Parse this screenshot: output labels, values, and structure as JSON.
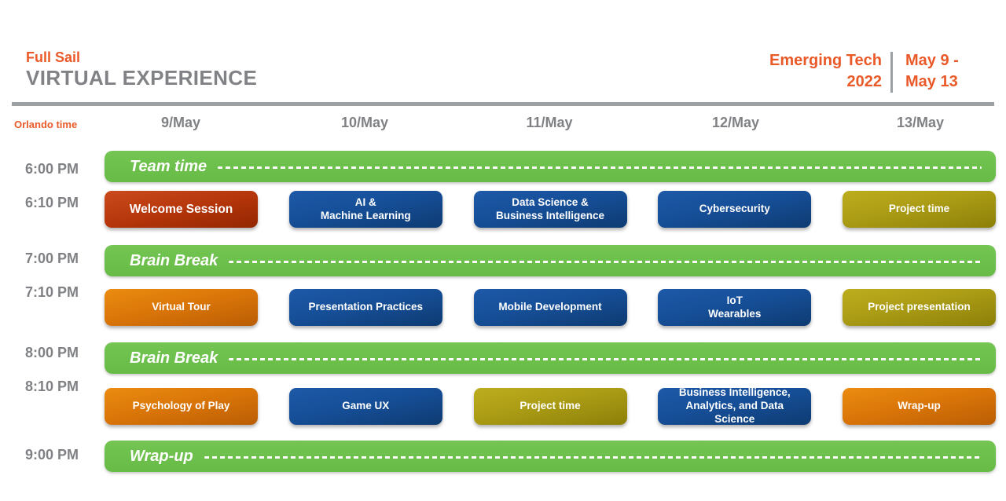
{
  "header": {
    "brand_line1": "Full Sail",
    "brand_line2": "VIRTUAL EXPERIENCE",
    "program_line1": "Emerging Tech",
    "program_line2": "2022",
    "date_range_line1": "May 9 -",
    "date_range_line2": "May 13"
  },
  "timezone_label": "Orlando time",
  "days": [
    "9/May",
    "10/May",
    "11/May",
    "12/May",
    "13/May"
  ],
  "rows": [
    {
      "time": "6:00 PM",
      "kind": "banner",
      "label": "Team time"
    },
    {
      "time": "6:10 PM",
      "kind": "sessions",
      "sessions": [
        {
          "label": "Welcome Session",
          "color": "red"
        },
        {
          "label": "AI &\nMachine Learning",
          "color": "blue"
        },
        {
          "label": "Data Science &\nBusiness Intelligence",
          "color": "blue"
        },
        {
          "label": "Cybersecurity",
          "color": "blue"
        },
        {
          "label": "Project time",
          "color": "olive"
        }
      ]
    },
    {
      "time": "7:00 PM",
      "kind": "banner",
      "label": "Brain Break"
    },
    {
      "time": "7:10 PM",
      "kind": "sessions",
      "sessions": [
        {
          "label": "Virtual Tour",
          "color": "orange"
        },
        {
          "label": "Presentation Practices",
          "color": "blue"
        },
        {
          "label": "Mobile Development",
          "color": "blue"
        },
        {
          "label": "IoT\nWearables",
          "color": "blue"
        },
        {
          "label": "Project presentation",
          "color": "olive"
        }
      ]
    },
    {
      "time": "8:00 PM",
      "kind": "banner",
      "label": "Brain Break"
    },
    {
      "time": "8:10 PM",
      "kind": "sessions",
      "sessions": [
        {
          "label": "Psychology of Play",
          "color": "orange"
        },
        {
          "label": "Game UX",
          "color": "blue"
        },
        {
          "label": "Project time",
          "color": "olive"
        },
        {
          "label": "Business Intelligence,\nAnalytics, and Data Science",
          "color": "blue"
        },
        {
          "label": "Wrap-up",
          "color": "orange"
        }
      ]
    },
    {
      "time": "9:00 PM",
      "kind": "banner",
      "label": "Wrap-up"
    }
  ],
  "palette": {
    "brand_orange": "#EA5A29",
    "header_gray": "#808285",
    "rule_gray": "#9DA0A3",
    "banner_green": "#6CBE4B",
    "session_red": "#B23408",
    "session_blue": "#164F98",
    "session_orange": "#D87408",
    "session_olive": "#AB9C15",
    "session_text": "#FFFFFF"
  }
}
